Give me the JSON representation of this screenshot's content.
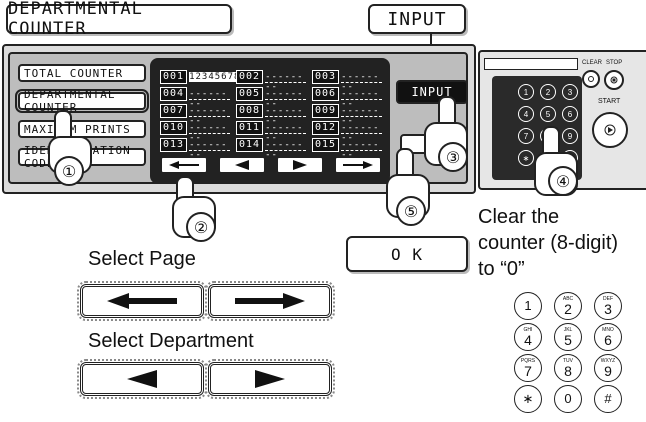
{
  "header": {
    "departmental_counter": "DEPARTMENTAL COUNTER",
    "input": "INPUT"
  },
  "panel": {
    "side_buttons": [
      "TOTAL COUNTER",
      "DEPARTMENTAL COUNTER",
      "MAXIMUM PRINTS",
      "IDENTIFICATION CODE"
    ],
    "screen_cells": [
      {
        "num": "001",
        "val": "12345678"
      },
      {
        "num": "002",
        "val": "--------"
      },
      {
        "num": "003",
        "val": "--------"
      },
      {
        "num": "004",
        "val": "--------"
      },
      {
        "num": "005",
        "val": "--------"
      },
      {
        "num": "006",
        "val": "--------"
      },
      {
        "num": "007",
        "val": "--------"
      },
      {
        "num": "008",
        "val": "--------"
      },
      {
        "num": "009",
        "val": "--------"
      },
      {
        "num": "010",
        "val": "--------"
      },
      {
        "num": "011",
        "val": "--------"
      },
      {
        "num": "012",
        "val": "--------"
      },
      {
        "num": "013",
        "val": "--------"
      },
      {
        "num": "014",
        "val": "--------"
      },
      {
        "num": "015",
        "val": "--------"
      }
    ],
    "input_button": "INPUT",
    "ok_partial": "O"
  },
  "keypad_panel": {
    "clear": "CLEAR",
    "stop": "STOP",
    "start": "START"
  },
  "steps": [
    "①",
    "②",
    "③",
    "④",
    "⑤"
  ],
  "ok_button": "O K",
  "instructions": {
    "clear_line1": "Clear the",
    "clear_line2": "counter (8-digit)",
    "clear_line3": "to “0”",
    "select_page": "Select Page",
    "select_department": "Select Department"
  },
  "numeric_keypad": [
    {
      "big": "1",
      "small": ""
    },
    {
      "big": "2",
      "small": "ABC"
    },
    {
      "big": "3",
      "small": "DEF"
    },
    {
      "big": "4",
      "small": "GHI"
    },
    {
      "big": "5",
      "small": "JKL"
    },
    {
      "big": "6",
      "small": "MNO"
    },
    {
      "big": "7",
      "small": "PQRS"
    },
    {
      "big": "8",
      "small": "TUV"
    },
    {
      "big": "9",
      "small": "WXYZ"
    },
    {
      "big": "∗",
      "small": ""
    },
    {
      "big": "0",
      "small": ""
    },
    {
      "big": "#",
      "small": ""
    }
  ]
}
